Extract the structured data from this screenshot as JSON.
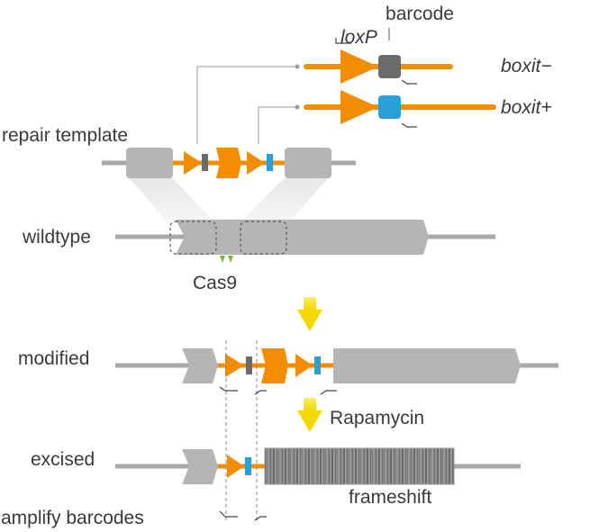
{
  "labels": {
    "barcode": "barcode",
    "loxP": "loxP",
    "boxit_minus": "boxit−",
    "boxit_plus": "boxit+",
    "repair_template": "repair template",
    "wildtype": "wildtype",
    "cas9": "Cas9",
    "modified": "modified",
    "rapamycin": "Rapamycin",
    "excised": "excised",
    "frameshift": "frameshift",
    "amplify_barcodes": "amplify barcodes"
  },
  "colors": {
    "loxp_orange": "#f28c00",
    "exon_gray": "#b5b5b5",
    "line_gray": "#a8a8a8",
    "barcode_dark": "#6b6b6b",
    "barcode_blue": "#2b9fd8",
    "cas9_green": "#7cb342",
    "arrow_yellow": "#f5e11a"
  }
}
